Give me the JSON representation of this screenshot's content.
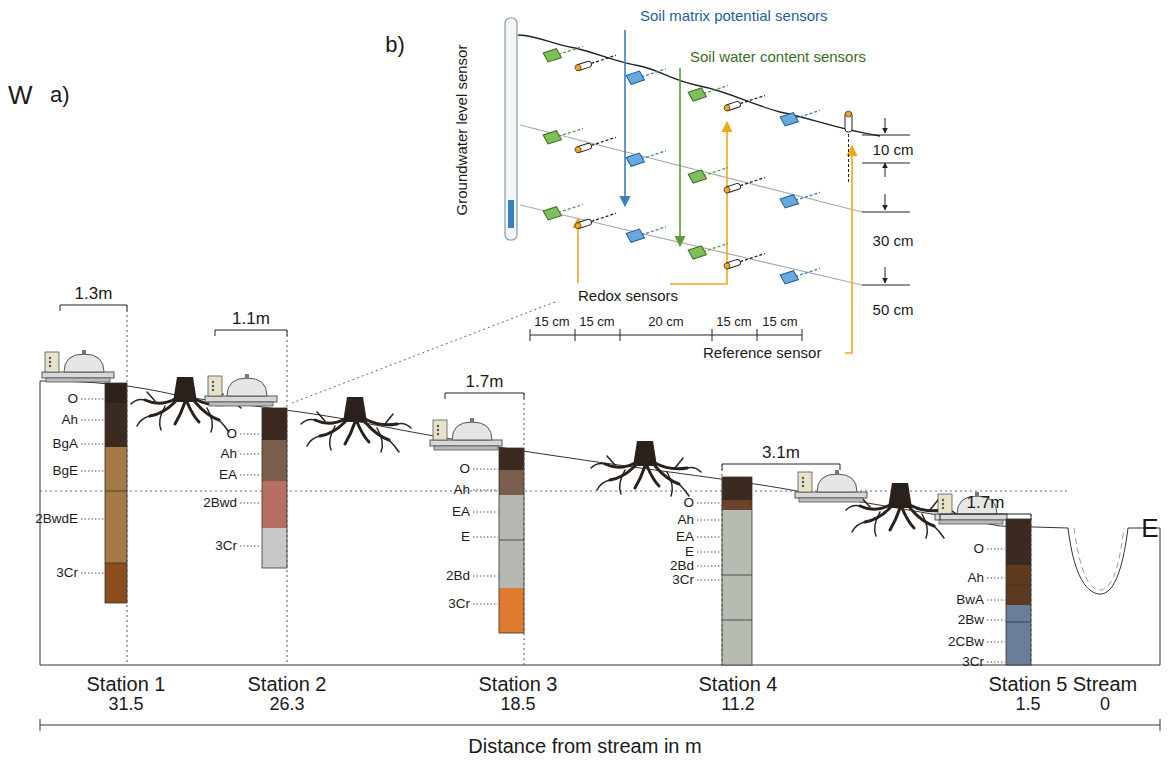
{
  "diagram": {
    "labels": [
      "b)",
      "Soil matrix potential sensors",
      "Soil water content sensors",
      "Groundwater level sensor",
      "10 cm",
      "30 cm",
      "50 cm",
      "Redox sensors",
      "15 cm",
      "15 cm",
      "20 cm",
      "15 cm",
      "15 cm",
      "Reference sensor",
      "W",
      "a)",
      "1.3m",
      "1.1m",
      "1.7m",
      "3.1m",
      "1.7m",
      "O",
      "Ah",
      "BgA",
      "BgE",
      "2BwdE",
      "3Cr",
      "O",
      "Ah",
      "EA",
      "2Bwd",
      "3Cr",
      "O",
      "Ah",
      "EA",
      "E",
      "2Bd",
      "3Cr",
      "O",
      "Ah",
      "EA",
      "E",
      "2Bd",
      "3Cr",
      "O",
      "Ah",
      "BwA",
      "2Bw",
      "2CBw",
      "3Cr",
      "Station 1",
      "31.5",
      "Station 2",
      "26.3",
      "Station 3",
      "18.5",
      "Station 4",
      "11.2",
      "Station 5",
      "1.5",
      "Stream",
      "0",
      "E",
      "Distance from stream in m"
    ]
  }
}
